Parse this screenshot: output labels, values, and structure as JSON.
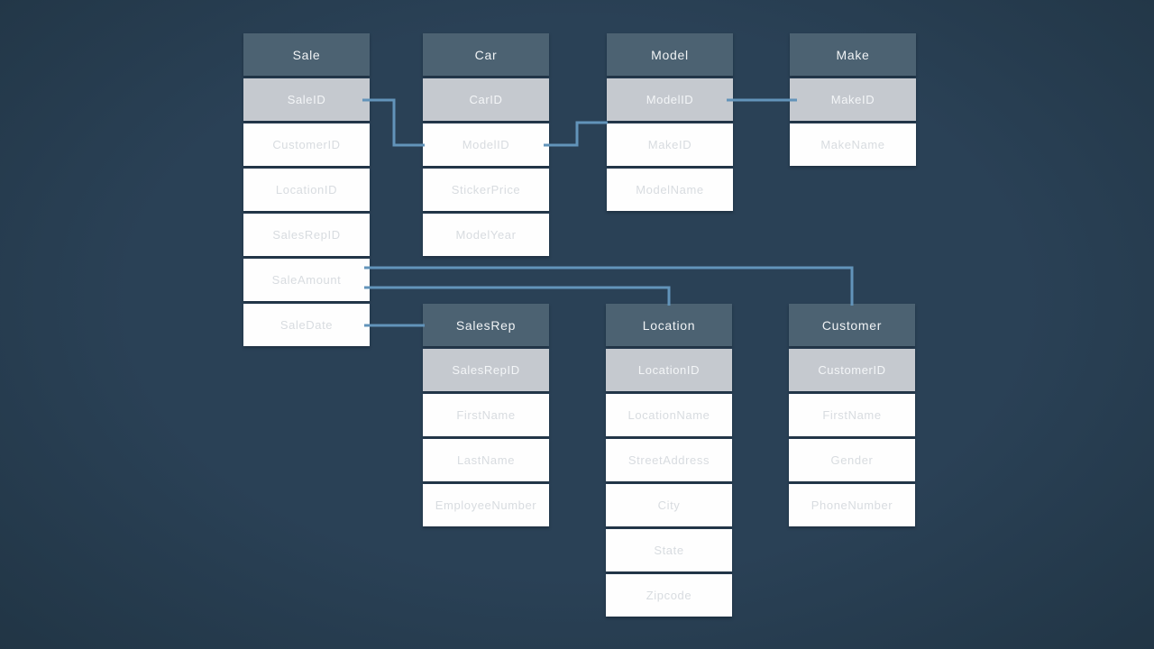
{
  "colors": {
    "canvas_bg": "#2a4156",
    "canvas_edge": "#213545",
    "header_bg": "#4c6272",
    "header_text": "#f0f3f5",
    "pk_bg": "#c5c9cf",
    "pk_text": "#f4f6f8",
    "row_bg": "#fefefe",
    "row_text": "#d8dce0",
    "connector": "#6294ba"
  },
  "tables": [
    {
      "title": "Sale",
      "key_field": "SaleID",
      "fields": [
        "CustomerID",
        "LocationID",
        "SalesRepID",
        "SaleAmount",
        "SaleDate"
      ]
    },
    {
      "title": "Car",
      "key_field": "CarID",
      "fields": [
        "ModelID",
        "StickerPrice",
        "ModelYear"
      ]
    },
    {
      "title": "Model",
      "key_field": "ModelID",
      "fields": [
        "MakeID",
        "ModelName"
      ]
    },
    {
      "title": "Make",
      "key_field": "MakeID",
      "fields": [
        "MakeName"
      ]
    },
    {
      "title": "SalesRep",
      "key_field": "SalesRepID",
      "fields": [
        "FirstName",
        "LastName",
        "EmployeeNumber"
      ]
    },
    {
      "title": "Location",
      "key_field": "LocationID",
      "fields": [
        "LocationName",
        "StreetAddress",
        "City",
        "State",
        "Zipcode"
      ]
    },
    {
      "title": "Customer",
      "key_field": "CustomerID",
      "fields": [
        "FirstName",
        "Gender",
        "PhoneNumber"
      ]
    }
  ],
  "relationships": [
    {
      "from_table": "Sale",
      "from_field": "SaleID",
      "to_table": "Car",
      "to_field": "ModelID"
    },
    {
      "from_table": "Car",
      "from_field": "ModelID",
      "to_table": "Model",
      "to_field": "ModelID"
    },
    {
      "from_table": "Model",
      "from_field": "ModelID",
      "to_table": "Make",
      "to_field": "MakeID"
    },
    {
      "from_table": "Sale",
      "from_field": "SaleAmount",
      "to_table": "Customer",
      "to_field": "header"
    },
    {
      "from_table": "Sale",
      "from_field": "SaleAmount",
      "to_table": "Location",
      "to_field": "header"
    },
    {
      "from_table": "Sale",
      "from_field": "SaleDate",
      "to_table": "SalesRep",
      "to_field": "header"
    }
  ]
}
